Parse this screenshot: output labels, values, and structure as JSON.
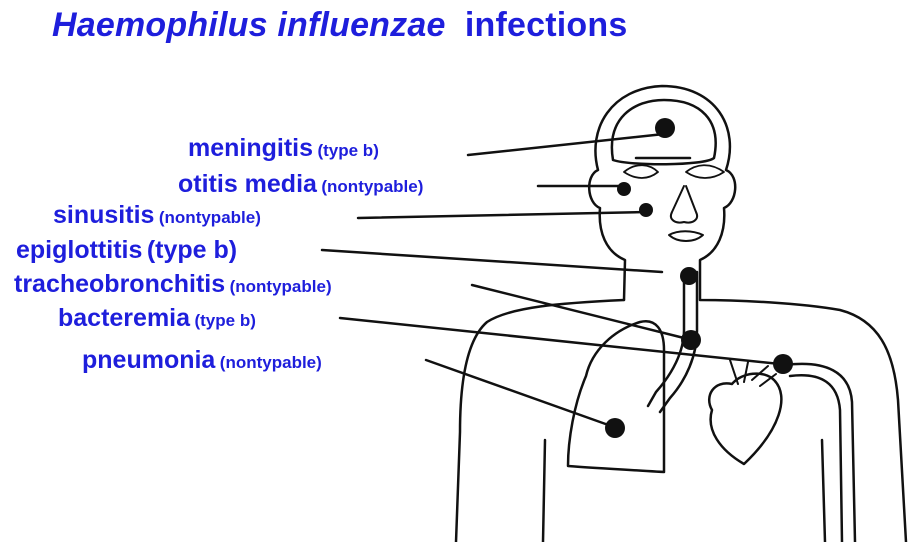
{
  "title": {
    "organism": "Haemophilus influenzae",
    "rest": "infections"
  },
  "colors": {
    "text": "#1e1edc",
    "ink": "#111111",
    "background": "#ffffff"
  },
  "infections": [
    {
      "disease": "meningitis",
      "qualifier": "(type b)"
    },
    {
      "disease": "otitis media",
      "qualifier": "(nontypable)"
    },
    {
      "disease": "sinusitis",
      "qualifier": "(nontypable)"
    },
    {
      "disease": "epiglottitis",
      "qualifier": "(type b)"
    },
    {
      "disease": "tracheobronchitis",
      "qualifier": "(nontypable)"
    },
    {
      "disease": "bacteremia",
      "qualifier": "(type b)"
    },
    {
      "disease": "pneumonia",
      "qualifier": "(nontypable)"
    }
  ]
}
